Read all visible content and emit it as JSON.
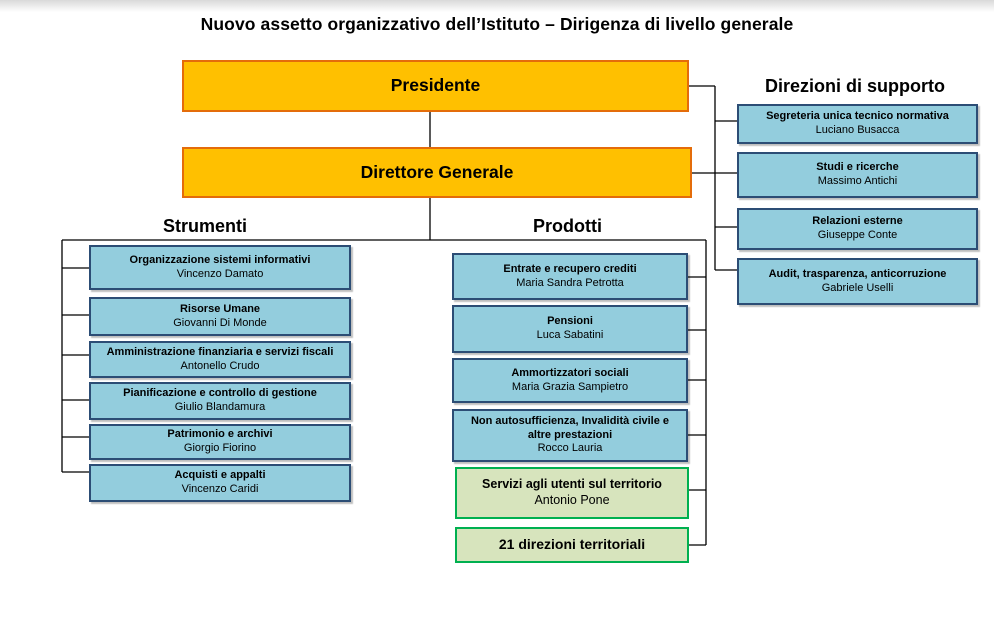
{
  "title": "Nuovo assetto organizzativo dell’Istituto – Dirigenza di livello generale",
  "presidente": "Presidente",
  "direttore": "Direttore Generale",
  "sections": {
    "strumenti": "Strumenti",
    "prodotti": "Prodotti",
    "supporto": "Direzioni di supporto"
  },
  "strumenti": [
    {
      "name": "Organizzazione sistemi informativi",
      "person": "Vincenzo Damato"
    },
    {
      "name": "Risorse Umane",
      "person": "Giovanni Di Monde"
    },
    {
      "name": "Amministrazione finanziaria e servizi fiscali",
      "person": "Antonello Crudo"
    },
    {
      "name": "Pianificazione e controllo di gestione",
      "person": "Giulio Blandamura"
    },
    {
      "name": "Patrimonio e archivi",
      "person": "Giorgio Fiorino"
    },
    {
      "name": "Acquisti e appalti",
      "person": "Vincenzo Caridi"
    }
  ],
  "prodotti": [
    {
      "name": "Entrate e recupero crediti",
      "person": "Maria Sandra Petrotta"
    },
    {
      "name": "Pensioni",
      "person": "Luca Sabatini"
    },
    {
      "name": "Ammortizzatori sociali",
      "person": "Maria Grazia  Sampietro"
    },
    {
      "name": "Non autosufficienza, Invalidità civile e altre prestazioni",
      "person": "Rocco Lauria"
    },
    {
      "name": "Servizi agli utenti sul territorio",
      "person": "Antonio Pone"
    },
    {
      "name": "21 direzioni territoriali"
    }
  ],
  "supporto": [
    {
      "name": "Segreteria unica tecnico normativa",
      "person": "Luciano Busacca"
    },
    {
      "name": "Studi e ricerche",
      "person": "Massimo Antichi"
    },
    {
      "name": "Relazioni esterne",
      "person": "Giuseppe Conte"
    },
    {
      "name": "Audit, trasparenza, anticorruzione",
      "person": "Gabriele Uselli"
    }
  ],
  "colors": {
    "top_fill": "#ffc000",
    "top_border": "#e46c0a",
    "unit_fill": "#93cddd",
    "unit_border": "#2c4d75",
    "territory_fill": "#d7e4bd",
    "territory_border": "#00b050"
  }
}
